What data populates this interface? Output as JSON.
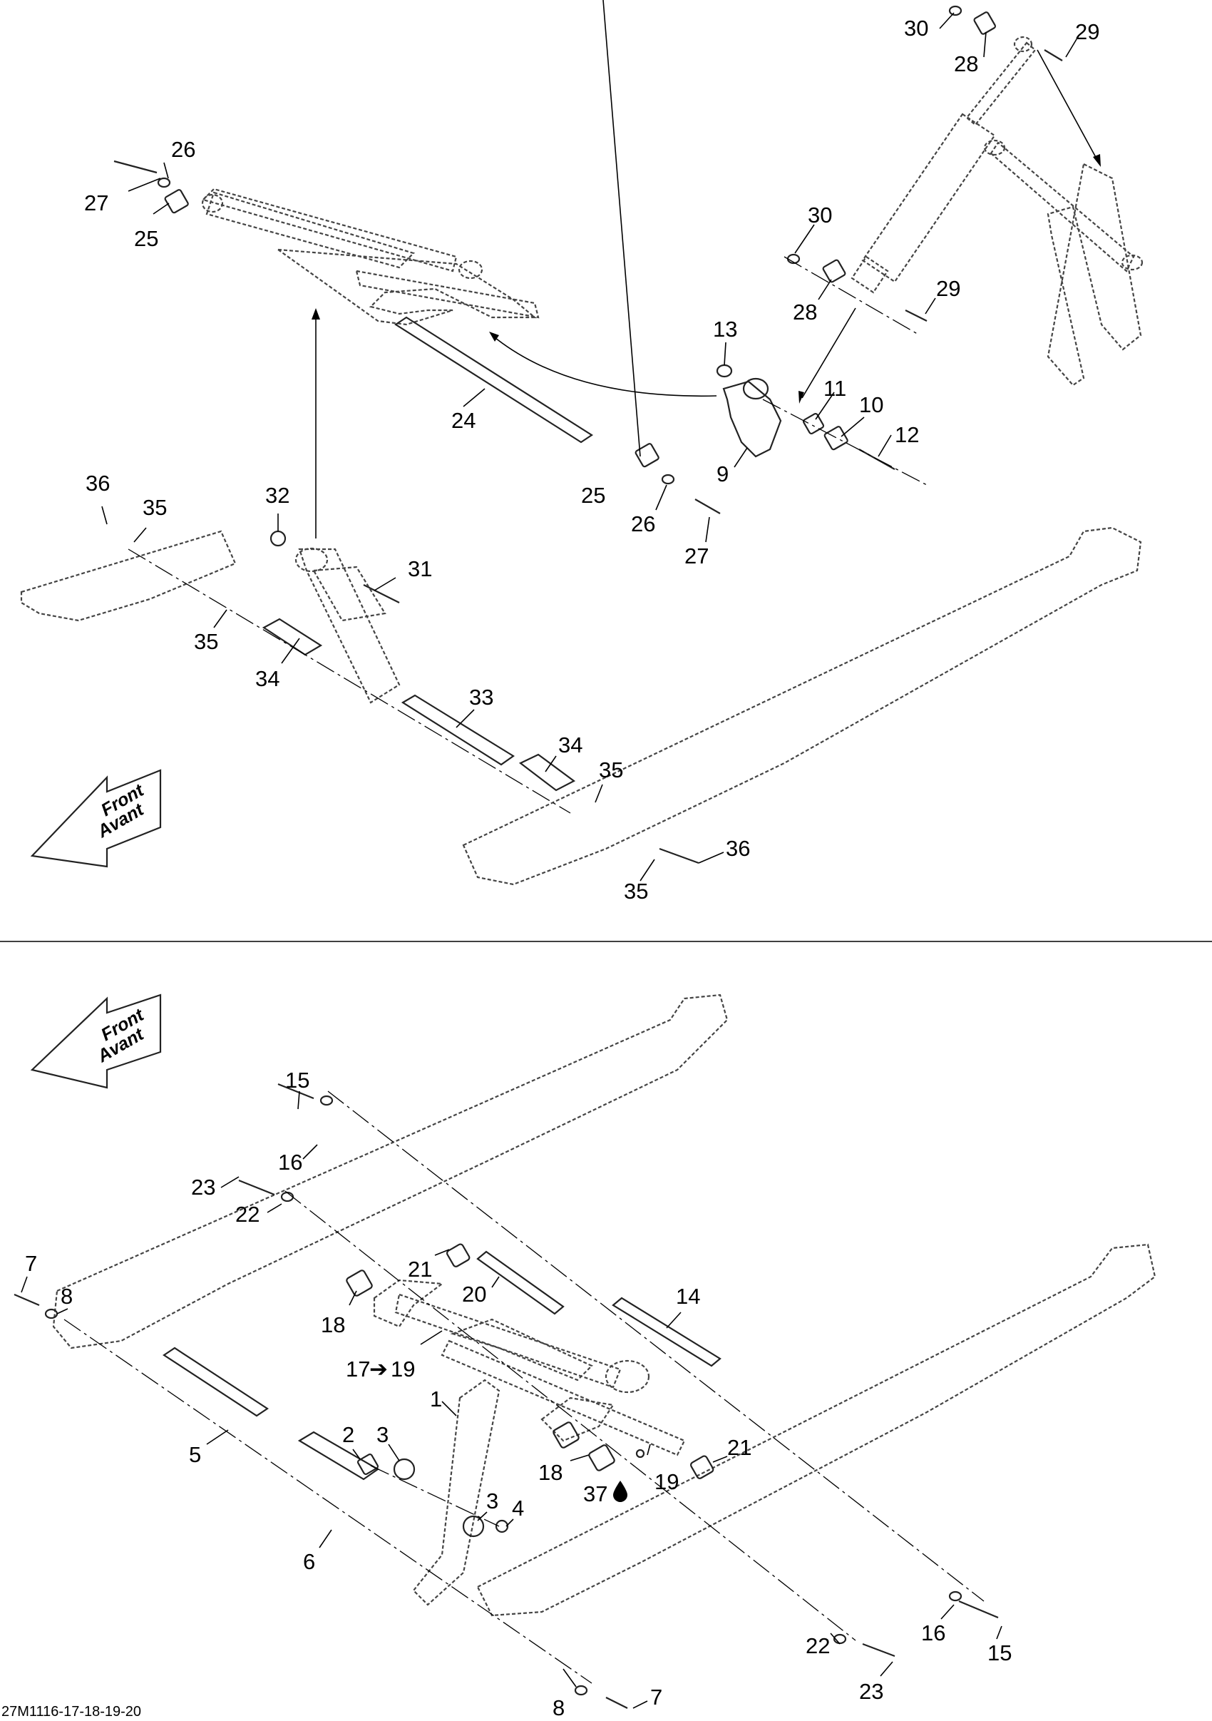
{
  "diagram": {
    "code": "27M1116-17-18-19-20",
    "front_label_en": "Front",
    "front_label_fr": "Avant",
    "top_callouts": {
      "c30a": "30",
      "c28a": "28",
      "c29a": "29",
      "c26a": "26",
      "c27a": "27",
      "c25a": "25",
      "c30b": "30",
      "c28b": "28",
      "c29b": "29",
      "c13": "13",
      "c11": "11",
      "c10": "10",
      "c12": "12",
      "c9": "9",
      "c24": "24",
      "c25b": "25",
      "c26b": "26",
      "c27b": "27",
      "c36a": "36",
      "c35a": "35",
      "c32": "32",
      "c31": "31",
      "c35b": "35",
      "c34a": "34",
      "c33": "33",
      "c34b": "34",
      "c35c": "35",
      "c36b": "36",
      "c35d": "35"
    },
    "bottom_callouts": {
      "c15a": "15",
      "c16a": "16",
      "c23a": "23",
      "c22a": "22",
      "c7a": "7",
      "c8a": "8",
      "c21a": "21",
      "c20": "20",
      "c14": "14",
      "c18a": "18",
      "c17": "17",
      "c19a": "19",
      "c1": "1",
      "c21b": "21",
      "c18b": "18",
      "c37": "37",
      "c19b": "19",
      "c5": "5",
      "c2": "2",
      "c3a": "3",
      "c3b": "3",
      "c4": "4",
      "c6": "6",
      "c22b": "22",
      "c16b": "16",
      "c23b": "23",
      "c15b": "15",
      "c7b": "7",
      "c8b": "8"
    }
  }
}
